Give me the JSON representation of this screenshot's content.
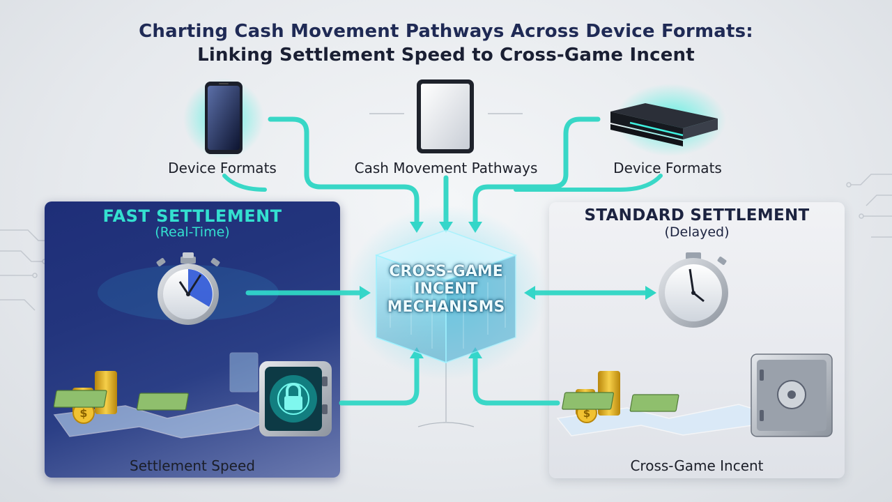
{
  "title": {
    "line1": "Charting Cash Movement Pathways Across Device Formats:",
    "line2": "Linking Settlement Speed to Cross-Game Incent"
  },
  "devices": {
    "left_label": "Device Formats",
    "center_label": "Cash Movement Pathways",
    "right_label": "Device Formats",
    "left_icon": "smartphone-icon",
    "center_icon": "tablet-icon",
    "right_icon": "game-console-icon"
  },
  "hub": {
    "line1": "CROSS-GAME",
    "line2": "INCENT",
    "line3": "MECHANISMS",
    "icon": "glowing-cube-icon"
  },
  "fast": {
    "title": "FAST SETTLEMENT",
    "subtitle": "(Real-Time)",
    "footer": "Settlement Speed",
    "icons": [
      "stopwatch-icon",
      "coins-icon",
      "banknote-icon",
      "padlock-vault-icon"
    ]
  },
  "standard": {
    "title": "STANDARD SETTLEMENT",
    "subtitle": "(Delayed)",
    "footer": "Cross-Game Incent",
    "icons": [
      "stopwatch-icon",
      "coins-icon",
      "banknote-icon",
      "safe-icon"
    ]
  },
  "colors": {
    "accent_teal": "#2fd6c4",
    "navy": "#1f2a55",
    "panel_blue": "#23357d",
    "panel_grey": "#e7e9ee"
  }
}
